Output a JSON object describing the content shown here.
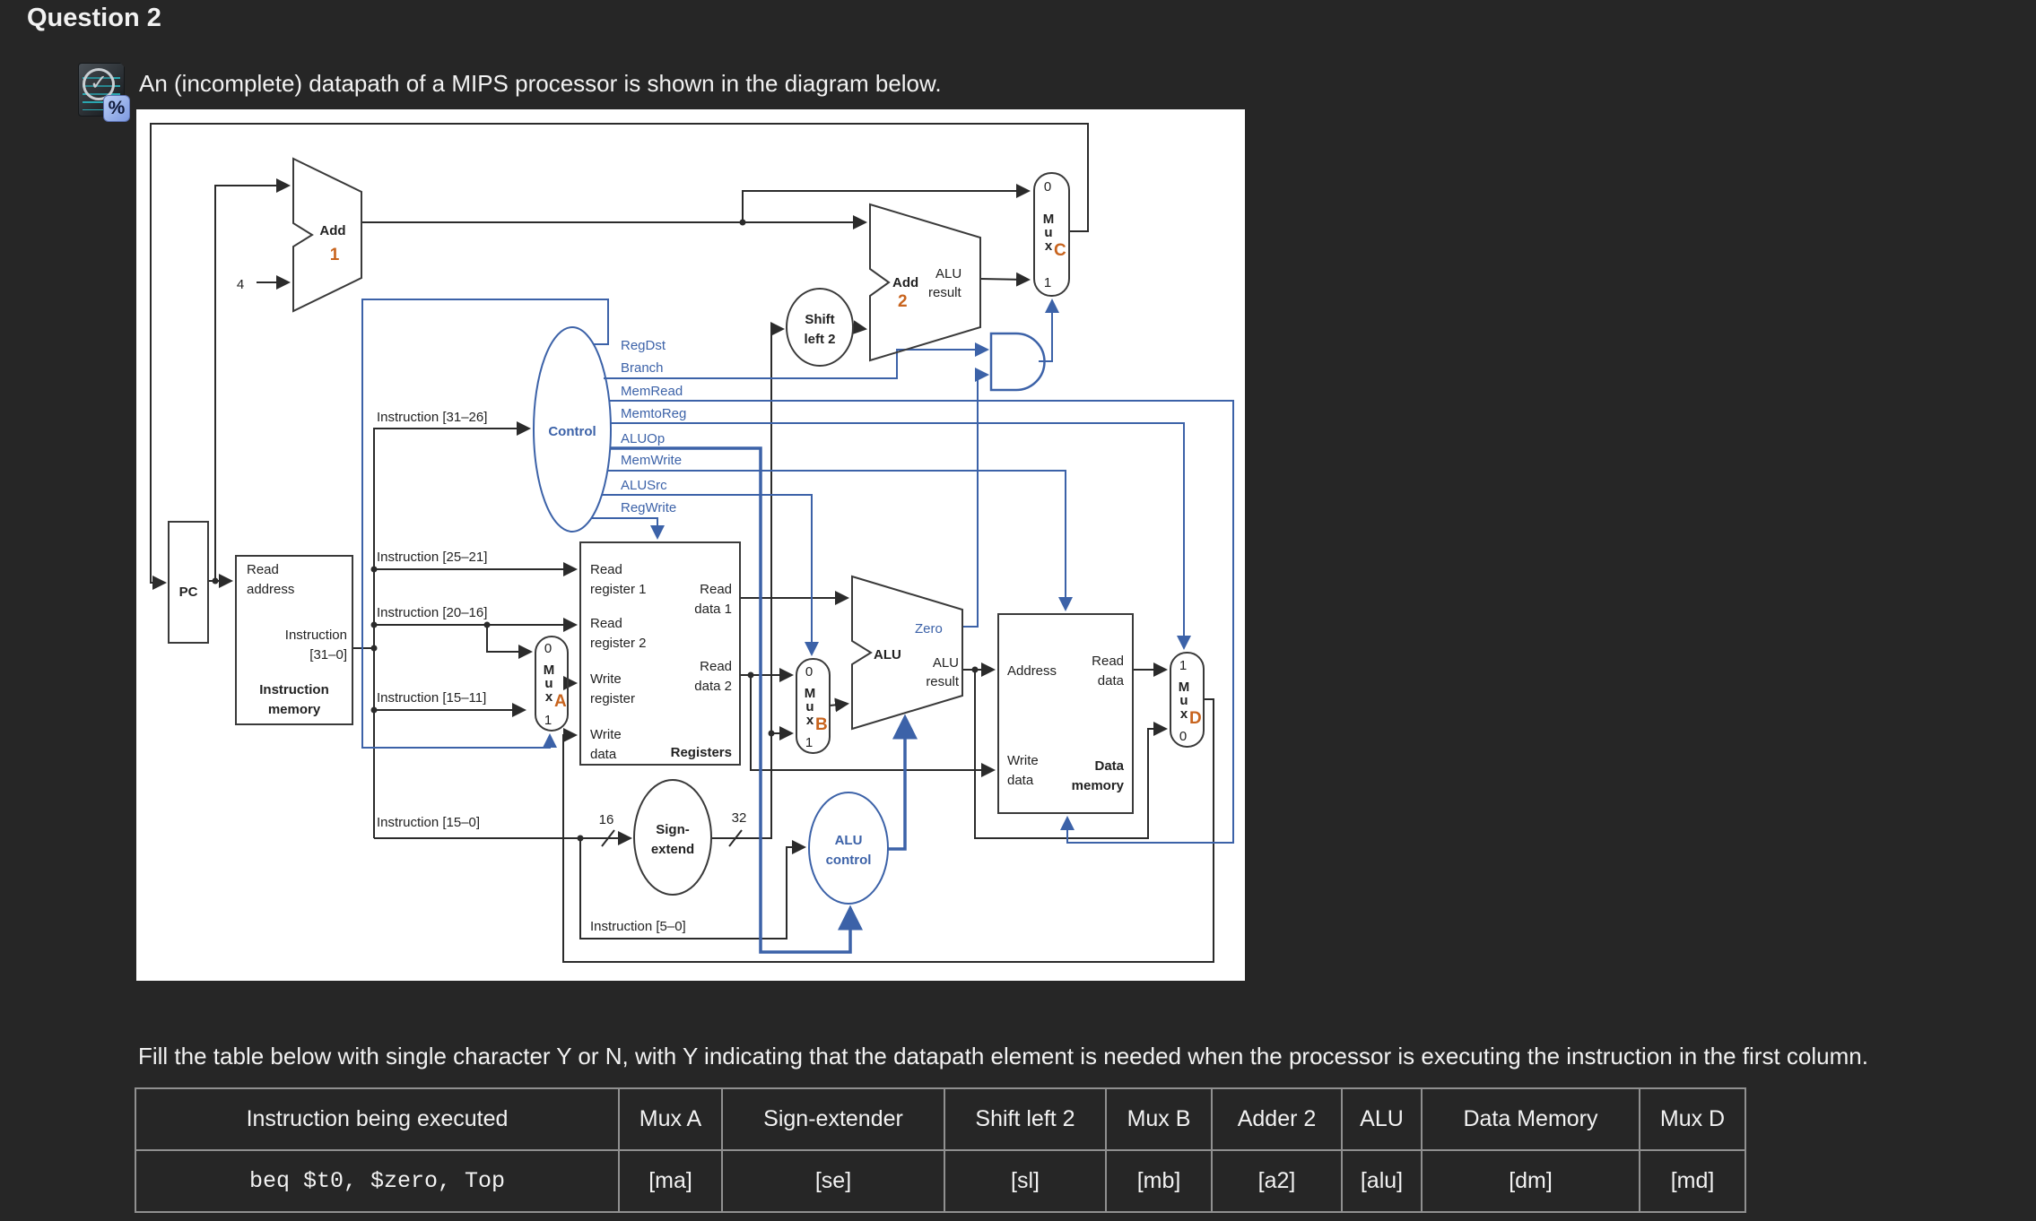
{
  "page": {
    "title": "Question 2",
    "intro": "An (incomplete) datapath of a MIPS processor is shown in the diagram below.",
    "fill_instruction": "Fill the table below with single character Y or N, with Y indicating that the datapath element is needed when the processor is executing the instruction in the first column."
  },
  "icon": {
    "check": "✓",
    "percent": "%"
  },
  "colors": {
    "background": "#262626",
    "figure_bg": "#ffffff",
    "wire_black": "#2b2b2b",
    "control_blue": "#3c62a8",
    "mux_letter_orange": "#c8641e",
    "table_border": "#909090"
  },
  "diagram": {
    "pc": "PC",
    "four": "4",
    "add1": {
      "name": "Add",
      "num": "1"
    },
    "add2": {
      "name": "Add",
      "num": "2",
      "out": [
        "ALU",
        "result"
      ]
    },
    "shift": [
      "Shift",
      "left 2"
    ],
    "control": "Control",
    "signals": {
      "regdst": "RegDst",
      "branch": "Branch",
      "memread": "MemRead",
      "memtoreg": "MemtoReg",
      "aluop": "ALUOp",
      "memwrite": "MemWrite",
      "alusrc": "ALUSrc",
      "regwrite": "RegWrite"
    },
    "fields": {
      "f31_26": "Instruction [31–26]",
      "f25_21": "Instruction [25–21]",
      "f20_16": "Instruction [20–16]",
      "f15_11": "Instruction [15–11]",
      "f15_0": "Instruction [15–0]",
      "f5_0": "Instruction [5–0]"
    },
    "instr_mem": {
      "read_address": [
        "Read",
        "address"
      ],
      "out": [
        "Instruction",
        "[31–0]"
      ],
      "name": [
        "Instruction",
        "memory"
      ]
    },
    "registers": {
      "rr1": [
        "Read",
        "register 1"
      ],
      "rr2": [
        "Read",
        "register 2"
      ],
      "wr": [
        "Write",
        "register"
      ],
      "wd": [
        "Write",
        "data"
      ],
      "rd1": [
        "Read",
        "data 1"
      ],
      "rd2": [
        "Read",
        "data 2"
      ],
      "name": "Registers"
    },
    "sign_extend": [
      "Sign-",
      "extend"
    ],
    "bits": {
      "in": "16",
      "out": "32"
    },
    "alu": {
      "name": "ALU",
      "zero": "Zero",
      "out": [
        "ALU",
        "result"
      ]
    },
    "alu_control": [
      "ALU",
      "control"
    ],
    "data_mem": {
      "address": "Address",
      "read_data": [
        "Read",
        "data"
      ],
      "write_data": [
        "Write",
        "data"
      ],
      "name": [
        "Data",
        "memory"
      ]
    },
    "mux": {
      "zero": "0",
      "one": "1",
      "m": "M",
      "u": "u",
      "x": "x",
      "a": "A",
      "b": "B",
      "c": "C",
      "d": "D"
    }
  },
  "table": {
    "headers": [
      "Instruction being executed",
      "Mux A",
      "Sign-extender",
      "Shift left 2",
      "Mux B",
      "Adder 2",
      "ALU",
      "Data Memory",
      "Mux D"
    ],
    "row": {
      "instruction": "beq $t0, $zero, Top",
      "values": [
        "[ma]",
        "[se]",
        "[sl]",
        "[mb]",
        "[a2]",
        "[alu]",
        "[dm]",
        "[md]"
      ]
    }
  }
}
